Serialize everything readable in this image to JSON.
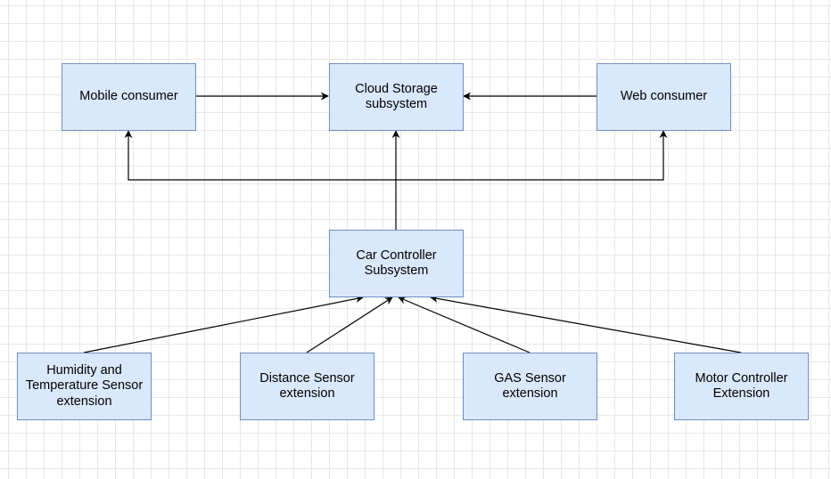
{
  "diagram": {
    "colors": {
      "node_fill": "#dae8fc",
      "node_stroke": "#6c8ebf",
      "edge": "#000000",
      "grid": "#e8e8e8"
    },
    "nodes": {
      "mobile": {
        "label": "Mobile consumer"
      },
      "cloud": {
        "label": "Cloud Storage\nsubsystem"
      },
      "web": {
        "label": "Web consumer"
      },
      "car": {
        "label": "Car Controller\nSubsystem"
      },
      "humidity": {
        "label": "Humidity and\nTemperature Sensor\nextension"
      },
      "distance": {
        "label": "Distance Sensor\nextension"
      },
      "gas": {
        "label": "GAS Sensor\nextension"
      },
      "motor": {
        "label": "Motor Controller\nExtension"
      }
    },
    "edges": [
      {
        "from": "mobile",
        "to": "cloud"
      },
      {
        "from": "web",
        "to": "cloud"
      },
      {
        "from": "car",
        "to": "cloud"
      },
      {
        "from": "car",
        "to": "mobile"
      },
      {
        "from": "car",
        "to": "web"
      },
      {
        "from": "humidity",
        "to": "car"
      },
      {
        "from": "distance",
        "to": "car"
      },
      {
        "from": "gas",
        "to": "car"
      },
      {
        "from": "motor",
        "to": "car"
      }
    ]
  }
}
